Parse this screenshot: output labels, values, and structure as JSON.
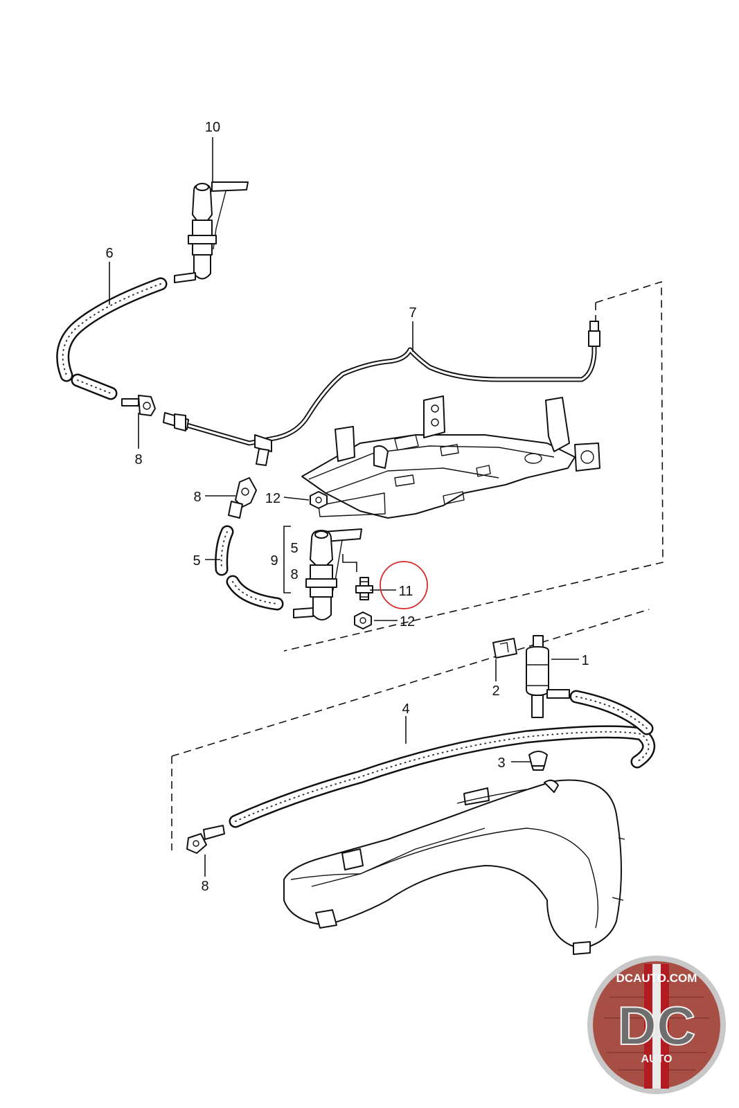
{
  "callouts": {
    "part_1": "1",
    "part_2": "2",
    "part_3": "3",
    "part_4": "4",
    "part_5_hose": "5",
    "part_5_bracket": "5",
    "part_6": "6",
    "part_7": "7",
    "part_8_upper": "8",
    "part_8_mid": "8",
    "part_8_bracket": "8",
    "part_8_lower": "8",
    "part_9": "9",
    "part_10": "10",
    "part_11": "11",
    "part_12_upper": "12",
    "part_12_lower": "12"
  },
  "highlight": {
    "part": "11",
    "color": "#d42a2a"
  },
  "logo": {
    "top_text": "DCAUTO.COM",
    "monogram": "DC",
    "bottom_text": "AUTO",
    "colors": {
      "ring": "#c8c8c8",
      "background": "#a84f45",
      "stripe": "#b01c22",
      "letters": "#6e6e6e"
    }
  }
}
